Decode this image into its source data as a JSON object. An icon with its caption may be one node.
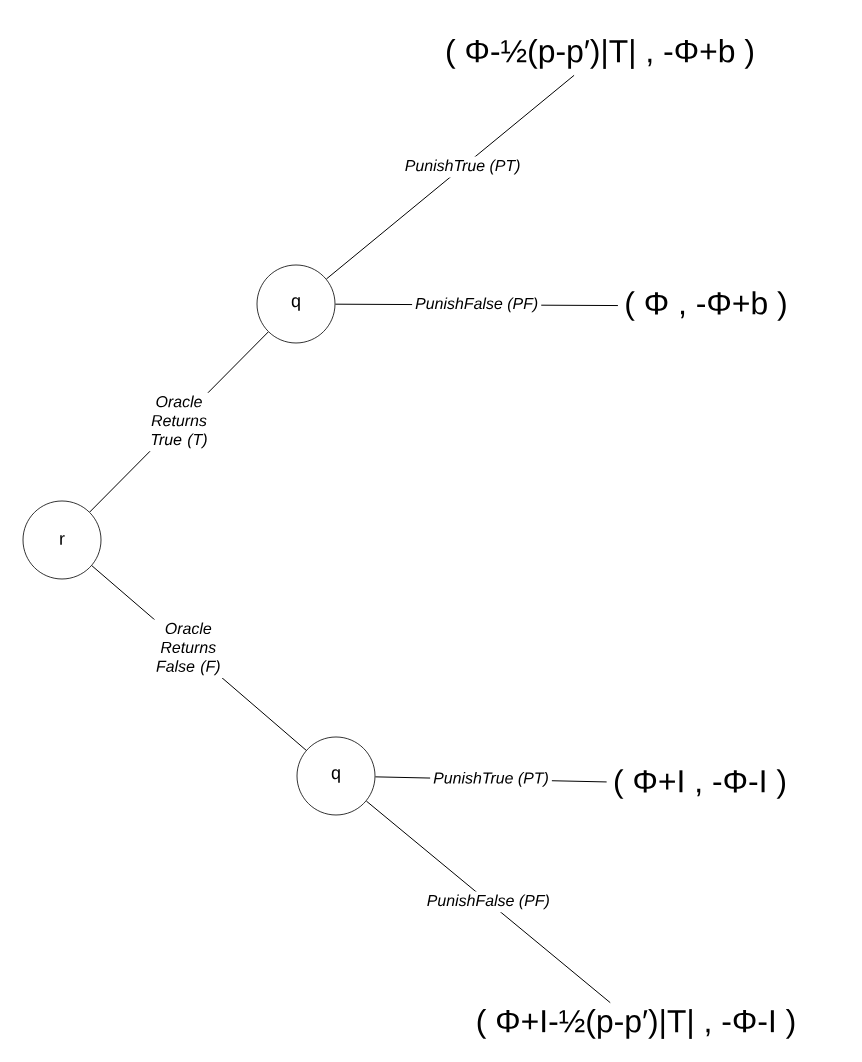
{
  "diagram": {
    "nodes": [
      {
        "text": [
          "r"
        ]
      },
      {
        "text": [
          "q"
        ]
      },
      {
        "text": [
          "q"
        ]
      },
      {
        "text": [
          "( Φ-½(p-p′)|T| , -Φ+b )"
        ]
      },
      {
        "text": [
          "( Φ , -Φ+b )"
        ]
      },
      {
        "text": [
          "( Φ+I , -Φ-I )"
        ]
      },
      {
        "text": [
          "( Φ+I-½(p-p′)|T| , -Φ-I )"
        ]
      }
    ],
    "edges": [
      {
        "from": 0,
        "to": 1,
        "arrow": "none",
        "label": "Oracle Returns True (T)"
      },
      {
        "from": 0,
        "to": 2,
        "arrow": "none",
        "label": "Oracle Returns False (F)"
      },
      {
        "from": 1,
        "to": 3,
        "arrow": "none",
        "label": "PunishTrue (PT)"
      },
      {
        "from": 1,
        "to": 4,
        "arrow": "none",
        "label": "PunishFalse (PF)"
      },
      {
        "from": 2,
        "to": 5,
        "arrow": "none",
        "label": "PunishTrue (PT)"
      },
      {
        "from": 2,
        "to": 6,
        "arrow": "none",
        "label": "PunishFalse (PF)"
      }
    ]
  }
}
